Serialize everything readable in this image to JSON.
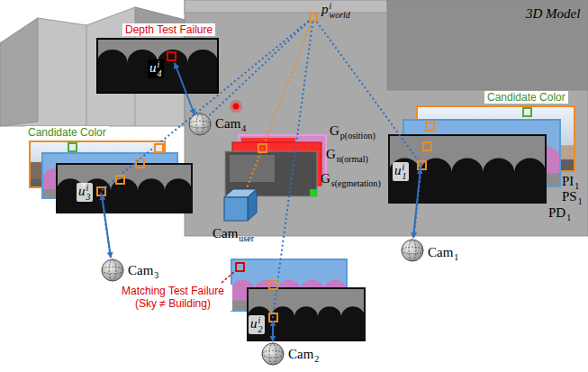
{
  "diagram": {
    "nodes": [
      {
        "text": [
          "p",
          "i",
          "world"
        ]
      },
      {
        "text": [
          "Cam",
          "4"
        ]
      },
      {
        "text": [
          "Cam",
          "user"
        ]
      },
      {
        "text": [
          "Cam",
          "1"
        ]
      },
      {
        "text": [
          "Cam",
          "3"
        ]
      },
      {
        "text": [
          "Cam",
          "2"
        ]
      }
    ],
    "edges": [
      {
        "from": 0,
        "to": 1,
        "arrow": "none"
      },
      {
        "from": 0,
        "to": 2,
        "arrow": "none"
      },
      {
        "from": 0,
        "to": 3,
        "arrow": "none"
      },
      {
        "from": 0,
        "to": 4,
        "arrow": "none"
      },
      {
        "from": 0,
        "to": 5,
        "arrow": "none"
      }
    ],
    "labels": [
      "3D Model",
      "Depth Test Failure",
      "u",
      "i",
      "4",
      "Candidate Color",
      "u",
      "i",
      "3",
      "G",
      "p(osition)",
      "G",
      "n(ormal)",
      "G",
      "s(egmetation)",
      "Candidate Color",
      "PI",
      "1",
      "PS",
      "1",
      "PD",
      "1",
      "u",
      "i",
      "1",
      "Matching Test Failure (Sky ≠ Building)",
      "u",
      "i",
      "2"
    ]
  }
}
